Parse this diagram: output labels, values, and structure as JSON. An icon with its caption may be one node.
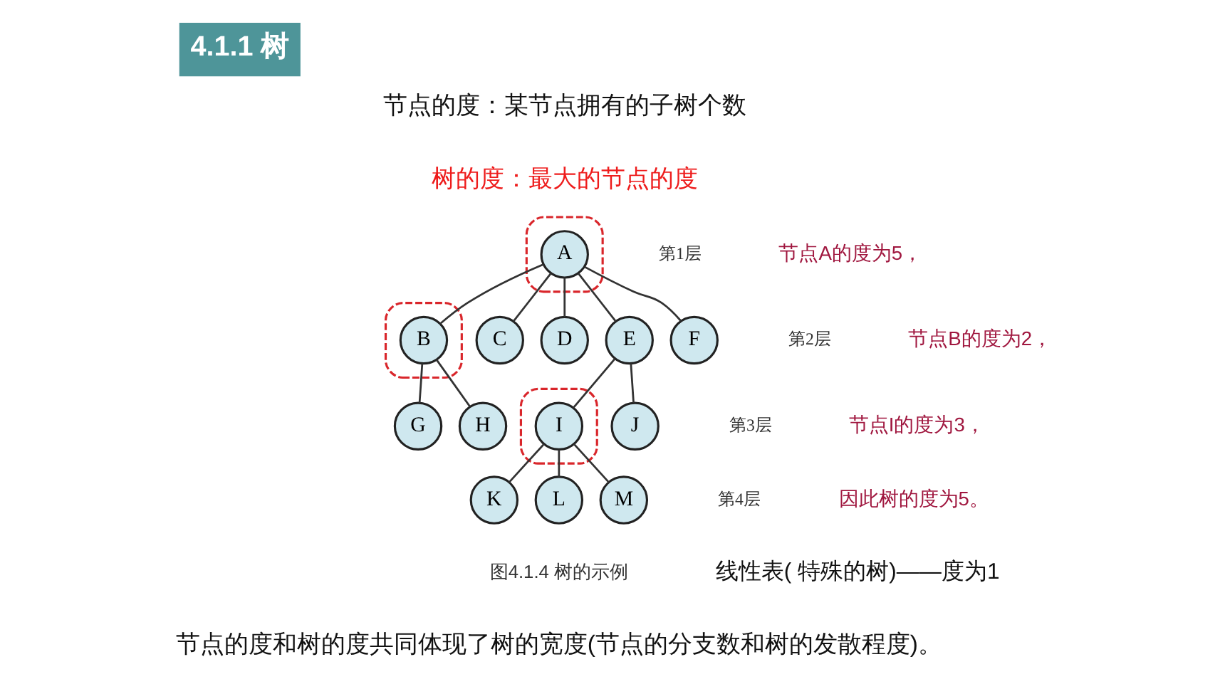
{
  "diagram": {
    "title": "4.1.1 树",
    "caption": "图4.1.4 树的示例",
    "nodes": [
      {
        "text": [],
        "shape": "box"
      },
      {
        "text": [
          "A"
        ],
        "in": 0
      },
      {
        "text": [],
        "shape": "box"
      },
      {
        "text": [
          "B"
        ],
        "in": 2
      },
      {
        "text": [
          "C"
        ]
      },
      {
        "text": [
          "D"
        ]
      },
      {
        "text": [
          "E"
        ]
      },
      {
        "text": [
          "F"
        ]
      },
      {
        "text": [
          "G"
        ]
      },
      {
        "text": [
          "H"
        ]
      },
      {
        "text": [],
        "shape": "box"
      },
      {
        "text": [
          "I"
        ],
        "in": 10
      },
      {
        "text": [
          "J"
        ]
      },
      {
        "text": [
          "K"
        ]
      },
      {
        "text": [
          "L"
        ]
      },
      {
        "text": [
          "M"
        ]
      }
    ],
    "edges": [
      {
        "from": 1,
        "to": 3,
        "arrow": "none"
      },
      {
        "from": 1,
        "to": 4,
        "arrow": "none"
      },
      {
        "from": 1,
        "to": 5,
        "arrow": "none"
      },
      {
        "from": 1,
        "to": 6,
        "arrow": "none"
      },
      {
        "from": 1,
        "to": 7,
        "arrow": "none"
      },
      {
        "from": 3,
        "to": 8,
        "arrow": "none"
      },
      {
        "from": 3,
        "to": 9,
        "arrow": "none"
      },
      {
        "from": 6,
        "to": 11,
        "arrow": "none"
      },
      {
        "from": 6,
        "to": 12,
        "arrow": "none"
      },
      {
        "from": 11,
        "to": 13,
        "arrow": "none"
      },
      {
        "from": 11,
        "to": 14,
        "arrow": "none"
      },
      {
        "from": 11,
        "to": 15,
        "arrow": "none"
      }
    ],
    "labels": [
      "节点的度：某节点拥有的子树个数",
      "树的度：最大的节点的度",
      "第1层",
      "第2层",
      "第3层",
      "第4层",
      "节点A的度为5，",
      "节点B的度为2，",
      "节点I的度为3，",
      "因此树的度为5。",
      "线性表( 特殊的树)——度为1",
      "节点的度和树的度共同体现了树的宽度(节点的分支数和树的发散程度)。"
    ]
  }
}
